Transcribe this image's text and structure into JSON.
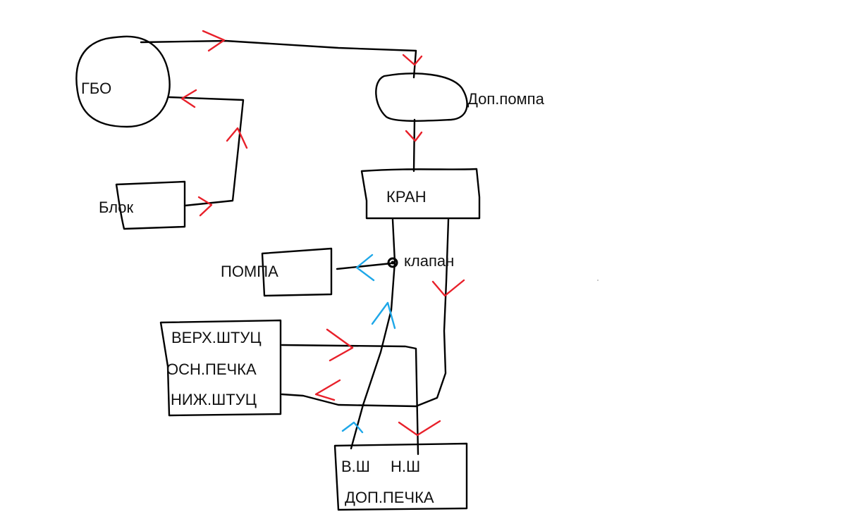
{
  "colors": {
    "ink": "#000000",
    "flow_red": "#e8202a",
    "flow_blue": "#1ea7e8",
    "background": "#ffffff"
  },
  "nodes": {
    "gbo": "ГБО",
    "blok": "Блок",
    "dop_pompa": "Доп.помпа",
    "kran": "КРАН",
    "klapan": "клапан",
    "pompa": "ПОМПА",
    "verh_shtuc": "ВЕРХ.ШТУЦ",
    "osn_pechka": "ОСН.ПЕЧКА",
    "nizh_shtuc": "НИЖ.ШТУЦ",
    "v_sh": "В.Ш",
    "n_sh": "Н.Ш",
    "dop_pechka": "ДОП.ПЕЧКА"
  }
}
